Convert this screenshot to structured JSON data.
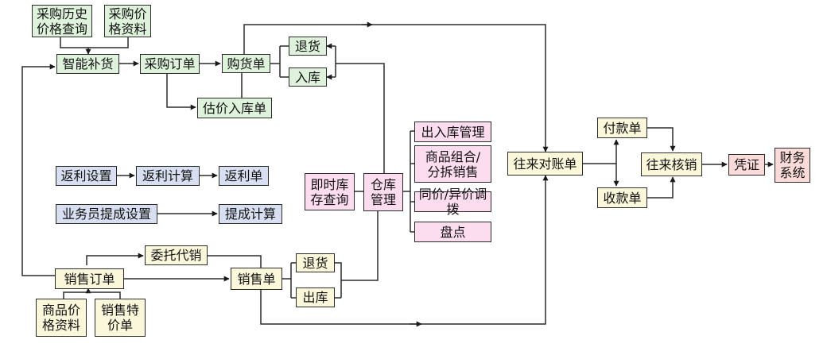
{
  "colors": {
    "purchase": "#dff2dc",
    "sales": "#fbf7da",
    "rebate": "#d7dff0",
    "warehouse": "#fcdcef",
    "voucher": "#fbdada",
    "line": "#2b2b2b"
  },
  "nodes": {
    "purchase_history": "采购历史\n价格查询",
    "purchase_price": "采购价\n格资料",
    "smart_replenish": "智能补货",
    "purchase_order": "采购订单",
    "purchase_receipt": "购货单",
    "purchase_return": "退货",
    "purchase_stock_in": "入库",
    "estimate_stock_in": "估价入库单",
    "rebate_setting": "返利设置",
    "rebate_calc": "返利计算",
    "rebate_bill": "返利单",
    "commission_setting": "业务员提成设置",
    "commission_calc": "提成计算",
    "entrust_sale": "委托代销",
    "sales_order": "销售订单",
    "sales_bill": "销售单",
    "sales_return": "退货",
    "sales_stock_out": "出库",
    "goods_price": "商品价\n格资料",
    "sales_special": "销售特\n价单",
    "realtime_inventory": "即时库\n存查询",
    "warehouse_mgmt": "仓库\n管理",
    "in_out_mgmt": "出入库管理",
    "combo_split": "商品组合/\n分拆销售",
    "price_transfer": "同价/异价调拨",
    "stocktake": "盘点",
    "reconciliation": "往来对账单",
    "payment_bill": "付款单",
    "receipt_bill": "收款单",
    "write_off": "往来核销",
    "voucher": "凭证",
    "finance_system": "财务\n系统"
  }
}
